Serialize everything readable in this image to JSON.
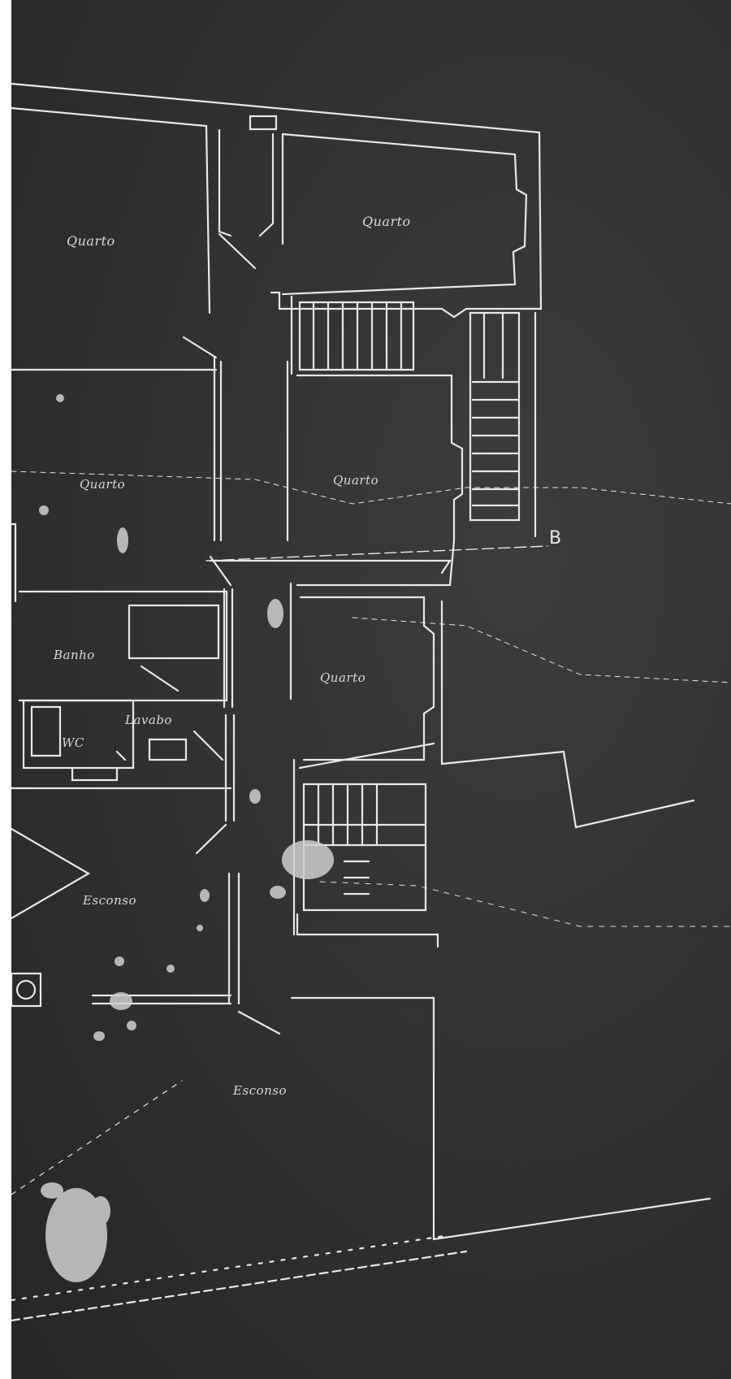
{
  "plan": {
    "rooms": [
      {
        "id": "quarto-1",
        "label": "Quarto"
      },
      {
        "id": "quarto-2",
        "label": "Quarto"
      },
      {
        "id": "quarto-3",
        "label": "Quarto"
      },
      {
        "id": "quarto-4",
        "label": "Quarto"
      },
      {
        "id": "quarto-5",
        "label": "Quarto"
      },
      {
        "id": "banho",
        "label": "Banho"
      },
      {
        "id": "wc",
        "label": "WC"
      },
      {
        "id": "lavabo",
        "label": "Lavabo"
      },
      {
        "id": "esconso-1",
        "label": "Esconso"
      },
      {
        "id": "esconso-2",
        "label": "Esconso"
      }
    ],
    "section_marker": "B",
    "colors": {
      "paper": "#2f2f2f",
      "line": "#e8e8e8",
      "text": "#d9d9d9"
    }
  }
}
